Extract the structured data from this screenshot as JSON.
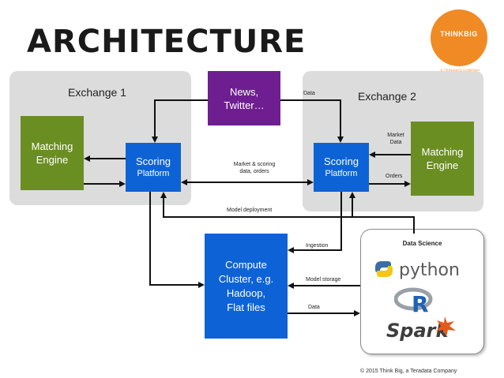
{
  "header": {
    "title": "ARCHITECTURE"
  },
  "logo": {
    "name": "THINKBIG",
    "tagline": "A TERADATA COMPANY",
    "color": "#f08a24"
  },
  "exchange1": {
    "label": "Exchange 1",
    "matching_engine": "Matching Engine",
    "scoring_title": "Scoring",
    "scoring_sub": "Platform"
  },
  "exchange2": {
    "label": "Exchange 2",
    "matching_engine": "Matching Engine",
    "scoring_title": "Scoring",
    "scoring_sub": "Platform"
  },
  "news": {
    "line1": "News,",
    "line2": "Twitter…"
  },
  "cluster": {
    "line1": "Compute",
    "line2": "Cluster, e.g.",
    "line3": "Hadoop,",
    "line4": "Flat files"
  },
  "edge_labels": {
    "data_top": "Data",
    "market_data_1": "Market",
    "market_data_2": "Data",
    "orders": "Orders",
    "market_scoring_1": "Market & scoring",
    "market_scoring_2": "data, orders",
    "model_deployment": "Model deployment",
    "ingestion": "Ingestion",
    "model_storage": "Model storage",
    "data_bottom": "Data"
  },
  "data_science": {
    "title": "Data Science",
    "tools": [
      "python",
      "R",
      "Spark"
    ]
  },
  "footer": {
    "copyright": "© 2015 Think Big, a Teradata Company"
  },
  "colors": {
    "green": "#6b8e23",
    "blue": "#0d63d6",
    "purple": "#6f1e91",
    "panel": "#dcdcdc",
    "orange": "#f08a24"
  }
}
